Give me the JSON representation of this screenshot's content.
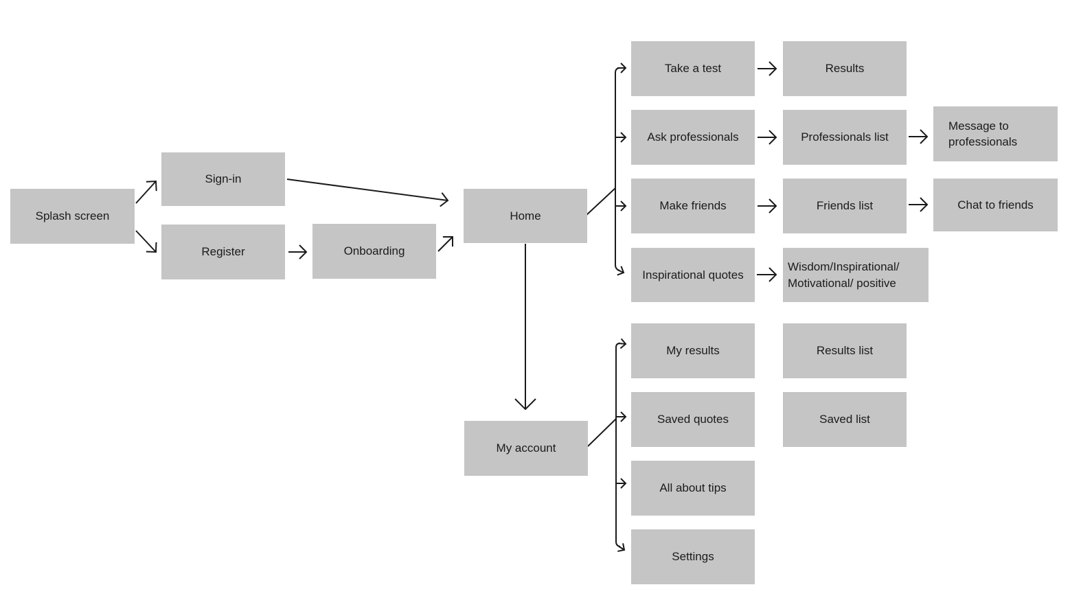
{
  "colors": {
    "node_fill": "#c5c5c5",
    "node_text": "#1b1b1b",
    "arrow": "#1a1a1a",
    "background": "#ffffff"
  },
  "nodes": {
    "splash_screen": {
      "label": "Splash screen"
    },
    "sign_in": {
      "label": "Sign-in"
    },
    "register": {
      "label": "Register"
    },
    "onboarding": {
      "label": "Onboarding"
    },
    "home": {
      "label": "Home"
    },
    "take_a_test": {
      "label": "Take a test"
    },
    "results": {
      "label": "Results"
    },
    "ask_professionals": {
      "label": "Ask professionals"
    },
    "professionals_list": {
      "label": "Professionals list"
    },
    "message_to_professionals": {
      "label": "Message to professionals"
    },
    "make_friends": {
      "label": "Make friends"
    },
    "friends_list": {
      "label": "Friends list"
    },
    "chat_to_friends": {
      "label": "Chat to friends"
    },
    "inspirational_quotes": {
      "label": "Inspirational quotes"
    },
    "wisdom_quotes": {
      "label": "Wisdom/Inspirational/ Motivational/ positive"
    },
    "my_account": {
      "label": "My account"
    },
    "my_results": {
      "label": "My results"
    },
    "results_list": {
      "label": "Results list"
    },
    "saved_quotes": {
      "label": "Saved quotes"
    },
    "saved_list": {
      "label": "Saved list"
    },
    "all_about_tips": {
      "label": "All about tips"
    },
    "settings": {
      "label": "Settings"
    }
  },
  "edges": [
    {
      "from": "Splash screen",
      "to": "Sign-in"
    },
    {
      "from": "Splash screen",
      "to": "Register"
    },
    {
      "from": "Sign-in",
      "to": "Home"
    },
    {
      "from": "Register",
      "to": "Onboarding"
    },
    {
      "from": "Onboarding",
      "to": "Home"
    },
    {
      "from": "Home",
      "to": "Take a test"
    },
    {
      "from": "Home",
      "to": "Ask professionals"
    },
    {
      "from": "Home",
      "to": "Make friends"
    },
    {
      "from": "Home",
      "to": "Inspirational quotes"
    },
    {
      "from": "Home",
      "to": "My account"
    },
    {
      "from": "Take a test",
      "to": "Results"
    },
    {
      "from": "Ask professionals",
      "to": "Professionals list"
    },
    {
      "from": "Professionals list",
      "to": "Message to professionals"
    },
    {
      "from": "Make friends",
      "to": "Friends list"
    },
    {
      "from": "Friends list",
      "to": "Chat to friends"
    },
    {
      "from": "Inspirational quotes",
      "to": "Wisdom/Inspirational/ Motivational/ positive"
    },
    {
      "from": "My account",
      "to": "My results"
    },
    {
      "from": "My account",
      "to": "Saved quotes"
    },
    {
      "from": "My account",
      "to": "All about tips"
    },
    {
      "from": "My account",
      "to": "Settings"
    },
    {
      "from": "My results",
      "to": "Results list"
    },
    {
      "from": "Saved quotes",
      "to": "Saved list"
    }
  ]
}
